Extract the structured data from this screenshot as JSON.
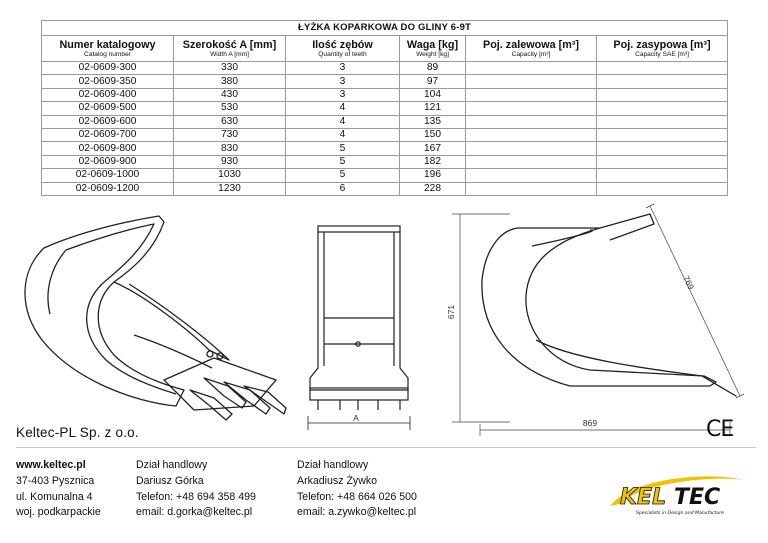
{
  "table": {
    "title": "ŁYŻKA KOPARKOWA DO GLINY 6-9T",
    "headers": [
      {
        "main": "Numer katalogowy",
        "sub": "Catalog number"
      },
      {
        "main": "Szerokość A [mm]",
        "sub": "Width A [mm]"
      },
      {
        "main": "Ilość zębów",
        "sub": "Quantity of teeth"
      },
      {
        "main": "Waga [kg]",
        "sub": "Weight [kg]"
      },
      {
        "main": "Poj. zalewowa [m³]",
        "sub": "Capacity [m³]"
      },
      {
        "main": "Poj. zasypowa [m³]",
        "sub": "Capacity SAE [m³]"
      }
    ],
    "rows": [
      [
        "02-0609-300",
        "330",
        "3",
        "89",
        "",
        ""
      ],
      [
        "02-0609-350",
        "380",
        "3",
        "97",
        "",
        ""
      ],
      [
        "02-0609-400",
        "430",
        "3",
        "104",
        "",
        ""
      ],
      [
        "02-0609-500",
        "530",
        "4",
        "121",
        "",
        ""
      ],
      [
        "02-0609-600",
        "630",
        "4",
        "135",
        "",
        ""
      ],
      [
        "02-0609-700",
        "730",
        "4",
        "150",
        "",
        ""
      ],
      [
        "02-0609-800",
        "830",
        "5",
        "167",
        "",
        ""
      ],
      [
        "02-0609-900",
        "930",
        "5",
        "182",
        "",
        ""
      ],
      [
        "02-0609-1000",
        "1030",
        "5",
        "196",
        "",
        ""
      ],
      [
        "02-0609-1200",
        "1230",
        "6",
        "228",
        "",
        ""
      ]
    ]
  },
  "drawing": {
    "width_label": "A",
    "height_label": "671",
    "diagonal_label": "769",
    "length_label": "869"
  },
  "footer": {
    "company": "Keltec-PL Sp. z o.o.",
    "ce_mark": "CE",
    "address": {
      "website": "www.keltec.pl",
      "city": "37-403 Pysznica",
      "street": "ul. Komunalna 4",
      "region": "woj. podkarpackie"
    },
    "contact1": {
      "dept": "Dział handlowy",
      "name": "Dariusz Górka",
      "phone": "Telefon:  +48 694 358 499",
      "email": "email:  d.gorka@keltec.pl"
    },
    "contact2": {
      "dept": "Dział handlowy",
      "name": "Arkadiusz Żywko",
      "phone": "Telefon:  +48 664 026 500",
      "email": "email:  a.zywko@keltec.pl"
    },
    "logo": {
      "text_left": "KEL",
      "text_right": "TEC",
      "tagline": "Specialists in Design and Manufacture"
    }
  },
  "colors": {
    "logo_yellow": "#f2c200",
    "logo_black": "#111111"
  }
}
